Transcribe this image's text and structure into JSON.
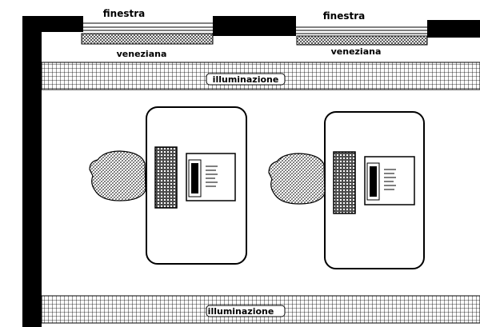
{
  "labels": {
    "window_1": "finestra",
    "window_2": "finestra",
    "blind_1": "veneziana",
    "blind_2": "veneziana",
    "lighting_top": "illuminazione",
    "lighting_bottom": "illuminazione"
  },
  "colors": {
    "wall": "#000000",
    "background": "#ffffff",
    "line": "#000000"
  }
}
